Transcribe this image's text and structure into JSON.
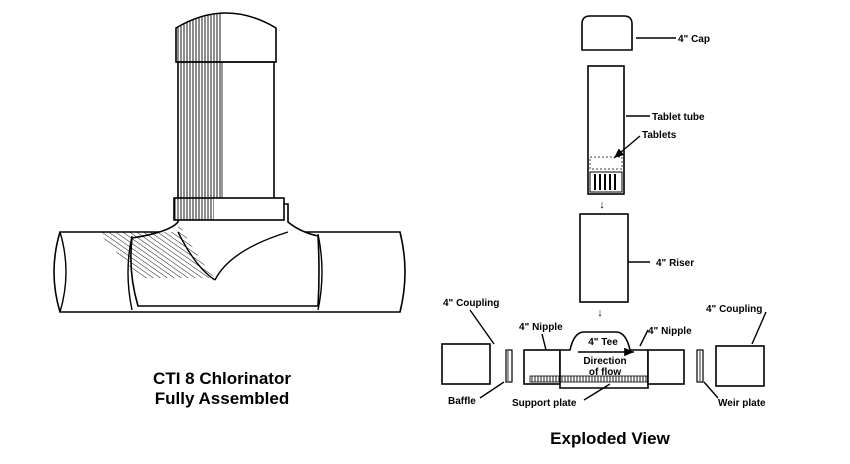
{
  "assembled": {
    "caption_line1": "CTI 8 Chlorinator",
    "caption_line2": "Fully Assembled"
  },
  "exploded": {
    "title": "Exploded View",
    "labels": {
      "cap": "4\" Cap",
      "tablet_tube": "Tablet tube",
      "tablets": "Tablets",
      "riser": "4\" Riser",
      "coupling_left": "4\" Coupling",
      "coupling_right": "4\" Coupling",
      "nipple_left": "4\" Nipple",
      "nipple_right": "4\" Nipple",
      "tee": "4\" Tee",
      "direction_line1": "Direction",
      "direction_line2": "of flow",
      "baffle": "Baffle",
      "support_plate": "Support plate",
      "weir_plate": "Weir plate"
    }
  }
}
